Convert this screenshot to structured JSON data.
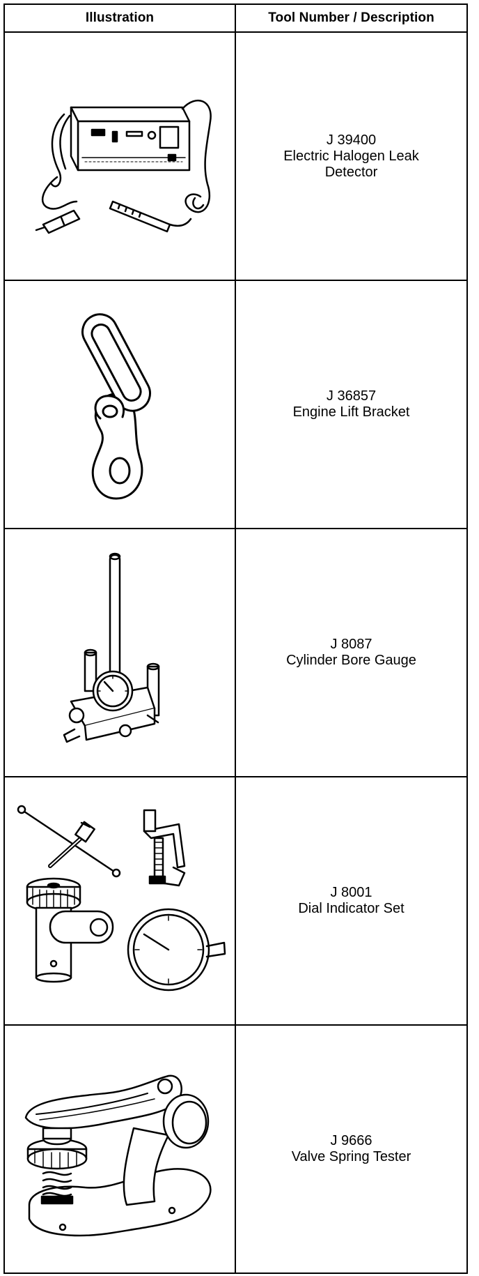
{
  "table": {
    "headers": {
      "illustration": "Illustration",
      "tool": "Tool Number / Description"
    },
    "rows": [
      {
        "number": "J 39400",
        "description": "Electric Halogen Leak Detector",
        "icon": "halogen-leak-detector-illustration"
      },
      {
        "number": "J 36857",
        "description": "Engine Lift Bracket",
        "icon": "engine-lift-bracket-illustration"
      },
      {
        "number": "J 8087",
        "description": "Cylinder Bore Gauge",
        "icon": "cylinder-bore-gauge-illustration"
      },
      {
        "number": "J 8001",
        "description": "Dial Indicator Set",
        "icon": "dial-indicator-set-illustration"
      },
      {
        "number": "J 9666",
        "description": "Valve Spring Tester",
        "icon": "valve-spring-tester-illustration"
      }
    ]
  }
}
